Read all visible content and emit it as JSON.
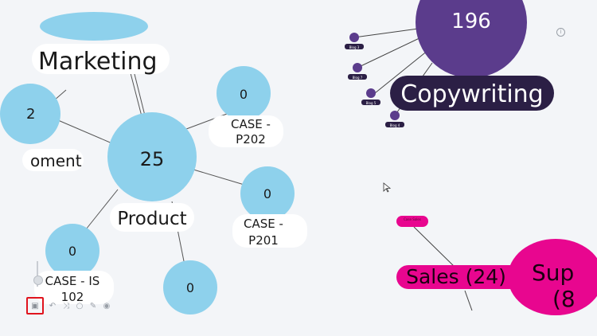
{
  "left_graph": {
    "marketing_label": "Marketing",
    "partial_left_value": "2",
    "development_partial_label": "oment",
    "product": {
      "value": "25",
      "label": "Product"
    },
    "p202": {
      "value": "0",
      "label_line1": "CASE -",
      "label_line2": "P202"
    },
    "p201": {
      "value": "0",
      "label_line1": "CASE -",
      "label_line2": "P201"
    },
    "is102": {
      "value": "0",
      "label_line1": "CASE - IS",
      "label_line2": "102"
    },
    "bottom_node": {
      "value": "0"
    }
  },
  "top_right_graph": {
    "top_value_partial": "196",
    "label": "Copywriting",
    "small_nodes": [
      "Blog 3",
      "Blog 7",
      "Blog 5",
      "Blog 4"
    ],
    "colors": {
      "big_node": "#5b3c8c",
      "label_bg": "#2b1f45"
    }
  },
  "bottom_right_graph": {
    "small_label": "Case Sales",
    "sales_label": "Sales (24)",
    "support_label_partial": "Sup",
    "support_second_line_partial": "(8",
    "colors": {
      "magenta": "#e8068f"
    }
  },
  "toolbar": {
    "icons": [
      "picture-icon",
      "undo-icon",
      "shuffle-icon",
      "circle-icon",
      "pin-icon",
      "dot-icon"
    ]
  }
}
